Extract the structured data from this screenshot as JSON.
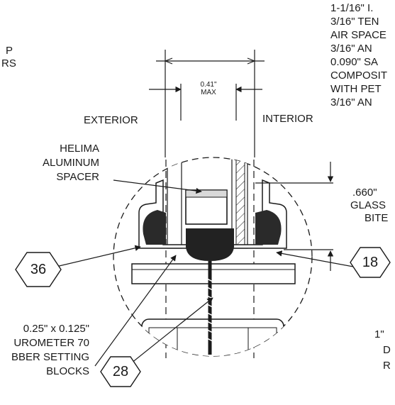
{
  "spec_lines": [
    "1-1/16\" I.",
    "3/16\" TEN",
    "AIR SPACE",
    "3/16\" AN",
    "0.090\" SA",
    "COMPOSIT",
    "WITH PET",
    "3/16\" AN"
  ],
  "left_fragment": [
    "P",
    "RS"
  ],
  "dim_gap": [
    "0.41\"",
    "MAX"
  ],
  "exterior_label": "EXTERIOR",
  "interior_label": "INTERIOR",
  "spacer_label": [
    "HELIMA",
    "ALUMINUM",
    "SPACER"
  ],
  "bite_label": [
    ".660\"",
    "GLASS",
    "BITE"
  ],
  "setting_block_label": [
    "0.25\" x 0.125\"",
    "UROMETER 70",
    "BBER SETTING",
    "BLOCKS"
  ],
  "callouts": {
    "left": "36",
    "right": "18",
    "bottom": "28"
  },
  "right_fragment": [
    "1\"",
    "D",
    "R"
  ],
  "colors": {
    "line": "#1a1a1a",
    "gasket": "#2a2a2a",
    "paper": "#ffffff"
  }
}
